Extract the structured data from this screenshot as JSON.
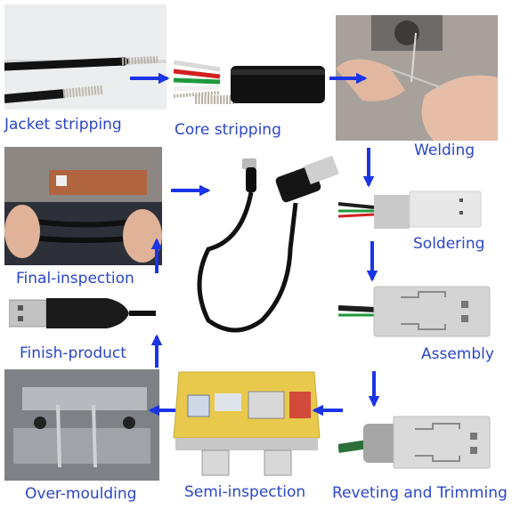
{
  "colors": {
    "label": "#2a46c8",
    "arrow": "#1a35e8"
  },
  "steps": [
    {
      "id": "jacket-stripping",
      "label": "Jacket stripping",
      "photo": "stripped-cable-photo"
    },
    {
      "id": "core-stripping",
      "label": "Core stripping",
      "photo": "cable-core-wires-photo"
    },
    {
      "id": "welding",
      "label": "Welding",
      "photo": "hands-soldering-photo"
    },
    {
      "id": "soldering",
      "label": "Soldering",
      "photo": "usb-plug-soldered-photo"
    },
    {
      "id": "assembly",
      "label": "Assembly",
      "photo": "usb-plug-assembly-photo"
    },
    {
      "id": "reveting-and-trimming",
      "label": "Reveting and Trimming",
      "photo": "usb-plug-crimped-photo"
    },
    {
      "id": "semi-inspection",
      "label": "Semi-inspection",
      "photo": "cable-tester-photo"
    },
    {
      "id": "over-moulding",
      "label": "Over-moulding",
      "photo": "moulding-machine-photo"
    },
    {
      "id": "finish-product",
      "label": "Finish-product",
      "photo": "usb-plug-finished-photo"
    },
    {
      "id": "final-inspection",
      "label": "Final-inspection",
      "photo": "inspection-bench-photo"
    }
  ],
  "center": {
    "photo": "usb-micro-cable-photo"
  }
}
